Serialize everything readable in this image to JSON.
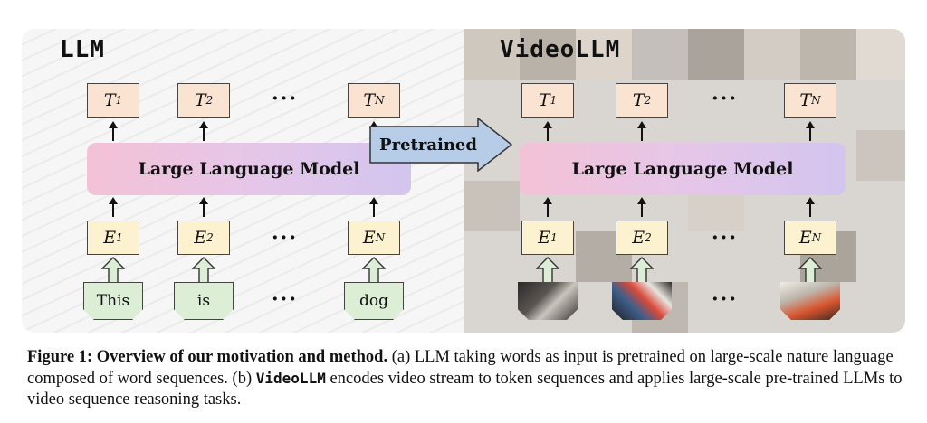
{
  "left_panel": {
    "title": "LLM",
    "outputs": [
      {
        "base": "T",
        "sub": "1"
      },
      {
        "base": "T",
        "sub": "2"
      },
      {
        "base": "T",
        "sub": "N"
      }
    ],
    "model_label": "Large Language Model",
    "embeddings": [
      {
        "base": "E",
        "sub": "1"
      },
      {
        "base": "E",
        "sub": "2"
      },
      {
        "base": "E",
        "sub": "N"
      }
    ],
    "tokens": [
      "This",
      "is",
      "dog"
    ],
    "ellipsis": "···"
  },
  "connector_label": "Pretrained",
  "right_panel": {
    "title": "VideoLLM",
    "outputs": [
      {
        "base": "T",
        "sub": "1"
      },
      {
        "base": "T",
        "sub": "2"
      },
      {
        "base": "T",
        "sub": "N"
      }
    ],
    "model_label": "Large Language Model",
    "embeddings": [
      {
        "base": "E",
        "sub": "1"
      },
      {
        "base": "E",
        "sub": "2"
      },
      {
        "base": "E",
        "sub": "N"
      }
    ],
    "ellipsis": "···"
  },
  "caption": {
    "label": "Figure 1: Overview of our motivation and method.",
    "text_a": " (a) LLM taking words as input is pretrained on large-scale nature language composed of word sequences. (b) ",
    "method": "VideoLLM",
    "text_b": " encodes video stream to token sequences and applies large-scale pre-trained LLMs to video sequence reasoning tasks."
  },
  "colors": {
    "output_box": "#fbe3d2",
    "embedding_box": "#fdf2cf",
    "token_box": "#dcefd6",
    "connector_arrow": "#b7cce6"
  }
}
